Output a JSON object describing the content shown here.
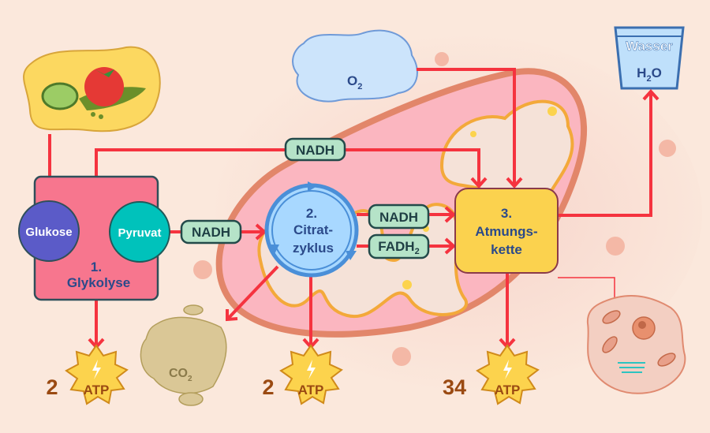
{
  "glycolysis": {
    "number": "1.",
    "title": "Glykolyse",
    "glucose": "Glukose",
    "pyruvate": "Pyruvat"
  },
  "citric_cycle": {
    "number": "2.",
    "line1": "Citrat-",
    "line2": "zyklus"
  },
  "respiratory_chain": {
    "number": "3.",
    "line1": "Atmungs-",
    "line2": "kette"
  },
  "carriers": {
    "nadh_top": "NADH",
    "nadh_glycolysis": "NADH",
    "nadh_cycle": "NADH",
    "fadh2_base": "FADH",
    "fadh2_sub": "2"
  },
  "oxygen": {
    "base": "O",
    "sub": "2"
  },
  "water": {
    "label": "Wasser",
    "formula_h": "H",
    "formula_sub": "2",
    "formula_o": "O"
  },
  "co2": {
    "base": "CO",
    "sub": "2"
  },
  "atp": [
    {
      "count": "2",
      "label": "ATP"
    },
    {
      "count": "2",
      "label": "ATP"
    },
    {
      "count": "34",
      "label": "ATP"
    }
  ],
  "colors": {
    "arrow": "#f5333f",
    "glycolysis_box": "#f7768e",
    "glucose": "#5b5bc8",
    "pyruvate": "#00c2bb",
    "citric_cycle": "#a8d8ff",
    "respiratory_chain": "#fbd24e",
    "mitochondrion": "#fbb6c0"
  }
}
